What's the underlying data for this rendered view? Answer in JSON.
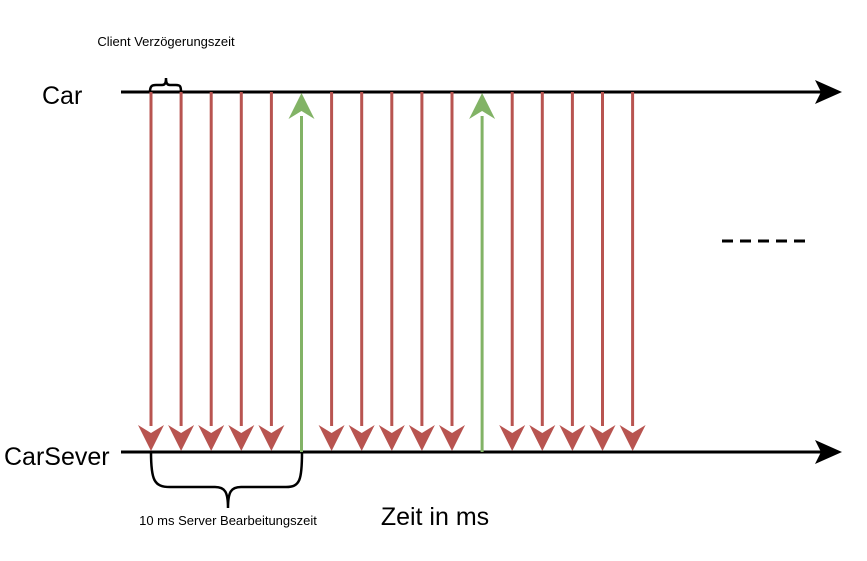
{
  "labels": {
    "car": "Car",
    "car_server": "CarSever",
    "client_delay": "Client Verzögerungszeit",
    "server_processing": "10 ms Server Bearbeitungszeit",
    "time_axis": "Zeit in ms"
  },
  "colors": {
    "request_arrow": "#b85450",
    "response_arrow": "#82b366",
    "axis": "#000000"
  },
  "messages": [
    {
      "direction": "request"
    },
    {
      "direction": "request"
    },
    {
      "direction": "request"
    },
    {
      "direction": "request"
    },
    {
      "direction": "request"
    },
    {
      "direction": "response"
    },
    {
      "direction": "request"
    },
    {
      "direction": "request"
    },
    {
      "direction": "request"
    },
    {
      "direction": "request"
    },
    {
      "direction": "request"
    },
    {
      "direction": "response"
    },
    {
      "direction": "request"
    },
    {
      "direction": "request"
    },
    {
      "direction": "request"
    },
    {
      "direction": "request"
    },
    {
      "direction": "request"
    }
  ],
  "continuation_marker": "dashed-ellipsis"
}
